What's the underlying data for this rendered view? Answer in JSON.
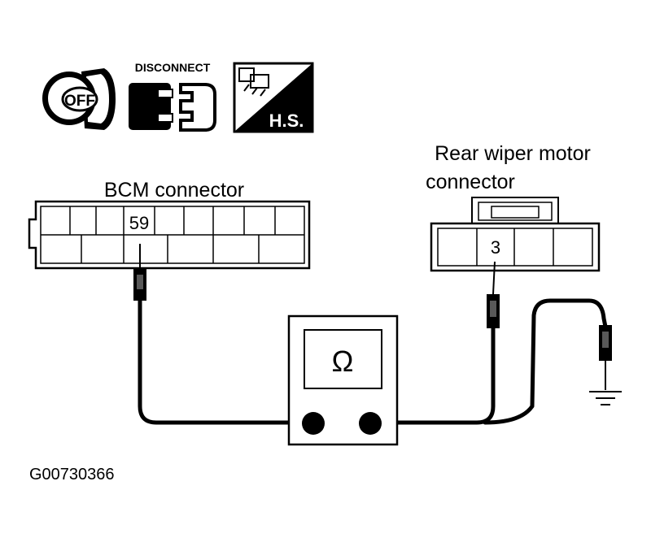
{
  "icons": {
    "ignition": {
      "icon": "ignition-key-icon",
      "text": "OFF"
    },
    "disconnect": {
      "icon": "disconnect-connector-icon",
      "text": "DISCONNECT"
    },
    "harness": {
      "icon": "harness-seat-icon",
      "text": "H.S."
    }
  },
  "bcm": {
    "label": "BCM connector",
    "terminal": "59"
  },
  "wiper": {
    "label_line1": "Rear wiper motor",
    "label_line2": "connector",
    "terminal": "3"
  },
  "meter": {
    "symbol": "Ω"
  },
  "figure_id": "G00730366"
}
